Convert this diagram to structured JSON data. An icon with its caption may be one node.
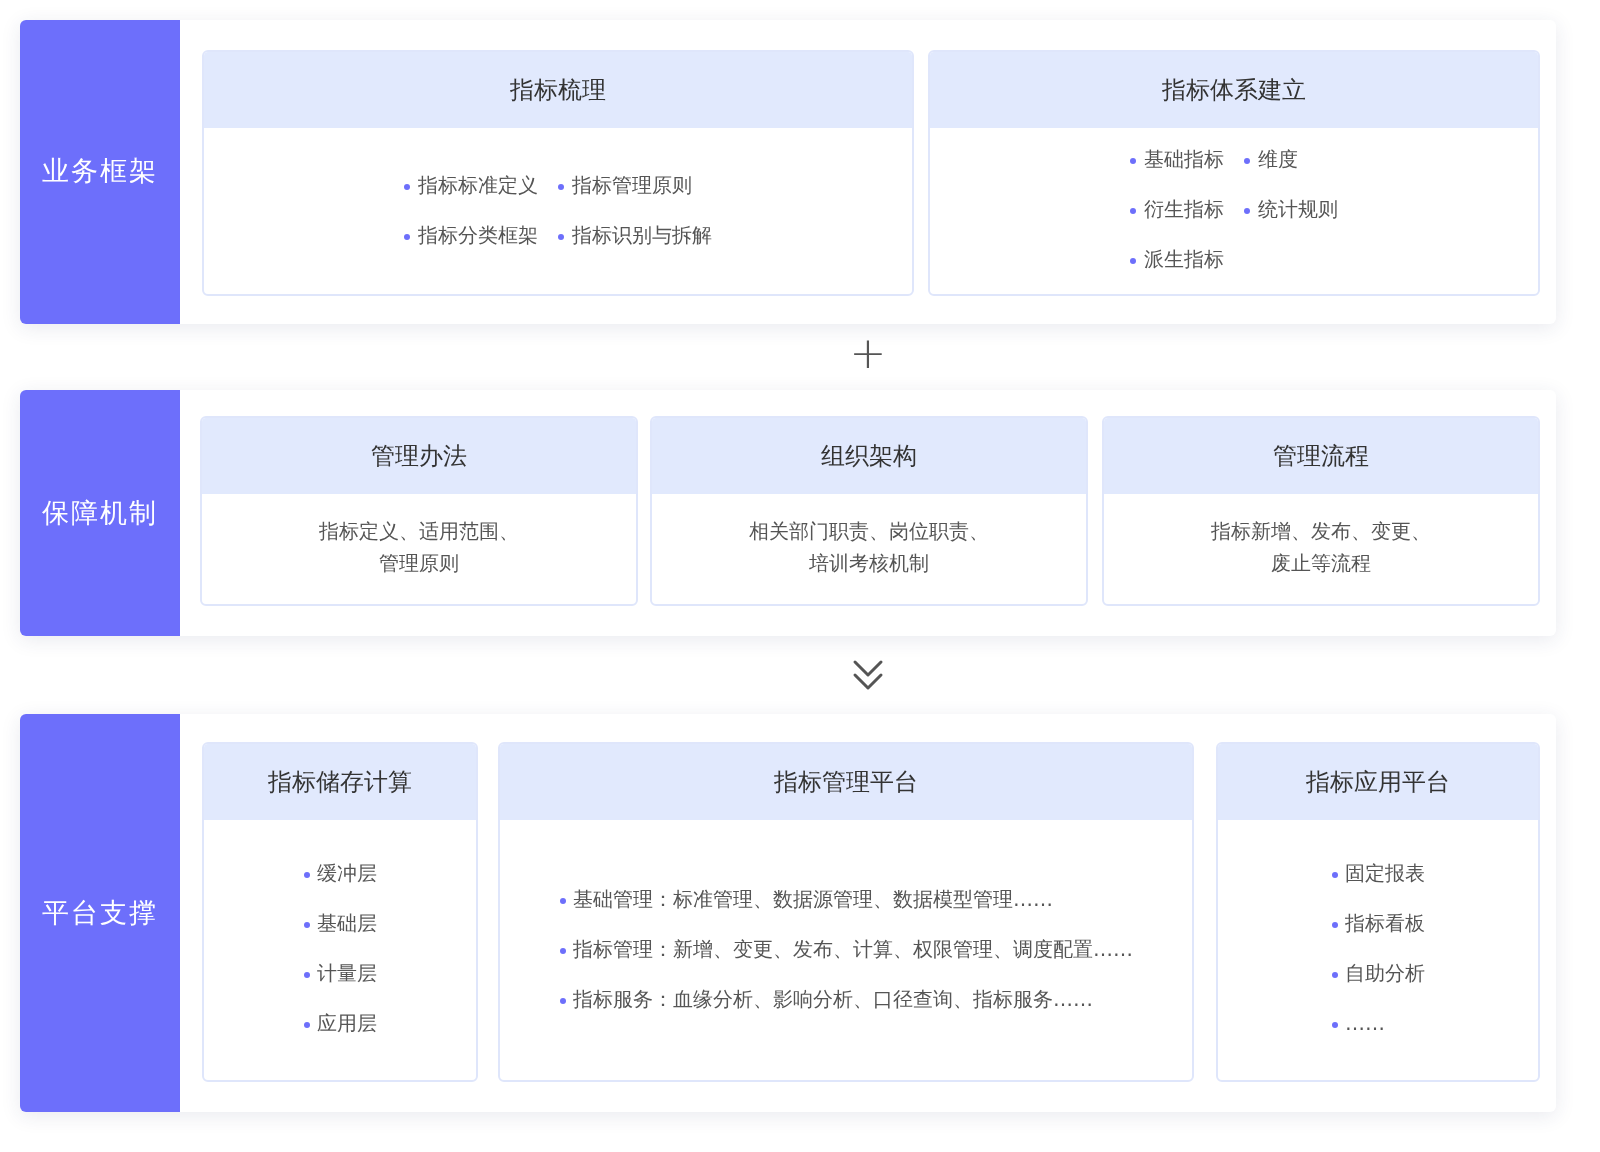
{
  "diagram": {
    "nodes": [
      {
        "text": [
          "业务框架"
        ]
      },
      {
        "text": [
          "指标梳理",
          "指标标准定义",
          "指标管理原则",
          "指标分类框架",
          "指标识别与拆解"
        ],
        "in": 0
      },
      {
        "text": [
          "指标体系建立",
          "基础指标",
          "维度",
          "衍生指标",
          "统计规则",
          "派生指标"
        ],
        "in": 0
      },
      {
        "text": [
          "保障机制"
        ]
      },
      {
        "text": [
          "管理办法",
          "指标定义、适用范围、管理原则"
        ],
        "in": 3
      },
      {
        "text": [
          "组织架构",
          "相关部门职责、岗位职责、培训考核机制"
        ],
        "in": 3
      },
      {
        "text": [
          "管理流程",
          "指标新增、发布、变更、废止等流程"
        ],
        "in": 3
      },
      {
        "text": [
          "平台支撑"
        ]
      },
      {
        "text": [
          "指标储存计算",
          "缓冲层",
          "基础层",
          "计量层",
          "应用层"
        ],
        "in": 7
      },
      {
        "text": [
          "指标管理平台",
          "基础管理：标准管理、数据源管理、数据模型管理……",
          "指标管理：新增、变更、发布、计算、权限管理、调度配置……",
          "指标服务：血缘分析、影响分析、口径查询、指标服务……"
        ],
        "in": 7
      },
      {
        "text": [
          "指标应用平台",
          "固定报表",
          "指标看板",
          "自助分析",
          "……"
        ],
        "in": 7
      }
    ],
    "edges": [
      {
        "from": 3,
        "to": 7,
        "arrow": "to"
      }
    ],
    "labels": [
      "+"
    ]
  }
}
